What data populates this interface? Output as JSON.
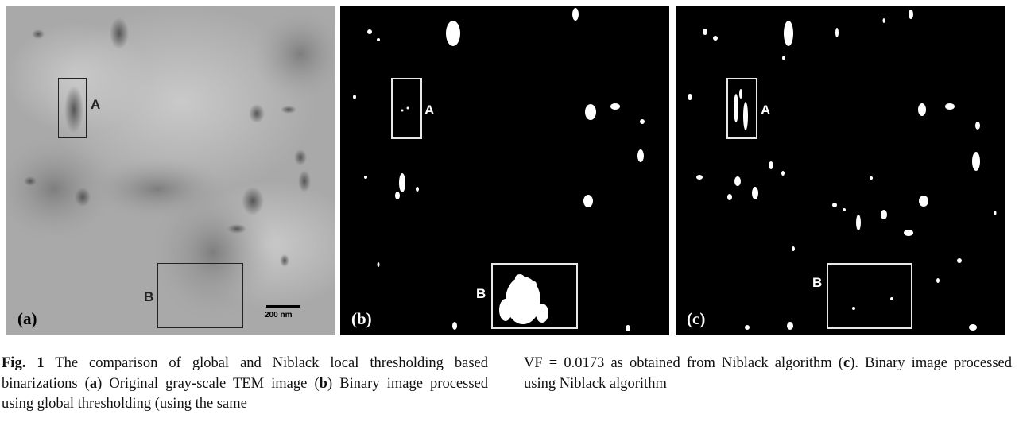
{
  "panels": {
    "a": {
      "label": "(a)",
      "roi_a": "A",
      "roi_b": "B",
      "scale_bar": "200 nm"
    },
    "b": {
      "label": "(b)",
      "roi_a": "A",
      "roi_b": "B"
    },
    "c": {
      "label": "(c)",
      "roi_a": "A",
      "roi_b": "B"
    }
  },
  "caption": {
    "fig_label": "Fig. 1",
    "text_1": " The comparison of global and Niblack local thresholding based binarizations (",
    "a": "a",
    "text_2": ") Original gray-scale TEM image (",
    "b": "b",
    "text_3": ") Binary image processed using global thresholding (using the same",
    "text_4": "VF = 0.0173 as obtained from Niblack algorithm (",
    "c": "c",
    "text_5": "). Binary image processed using Niblack algorithm"
  }
}
